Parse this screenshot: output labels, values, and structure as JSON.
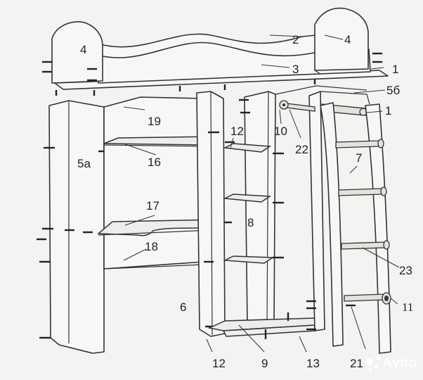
{
  "figure": {
    "labels": {
      "p1_top": "1",
      "p1_rail": "1",
      "p2": "2",
      "p3": "3",
      "p4_left": "4",
      "p4_right": "4",
      "p5a": "5a",
      "p5b": "5б",
      "p6": "6",
      "p7": "7",
      "p8": "8",
      "p9": "9",
      "p10": "10",
      "p11": "11",
      "p12_upper": "12",
      "p12_lower": "12",
      "p13": "13",
      "p16": "16",
      "p17": "17",
      "p18": "18",
      "p19": "19",
      "p21": "21",
      "p22": "22",
      "p23": "23"
    },
    "watermark": "Avito"
  },
  "colors": {
    "paper": "#f3f3f1",
    "line": "#333333",
    "watermark": "#ffffff"
  }
}
